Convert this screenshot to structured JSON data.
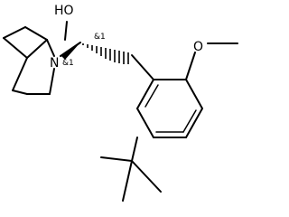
{
  "molecule": {
    "atoms": {
      "hydroxyl": "HO",
      "bridgehead_nitrogen": "N",
      "methoxy_oxygen": "O"
    },
    "stereo_labels": {
      "c2": "&1",
      "c3": "&1"
    }
  }
}
